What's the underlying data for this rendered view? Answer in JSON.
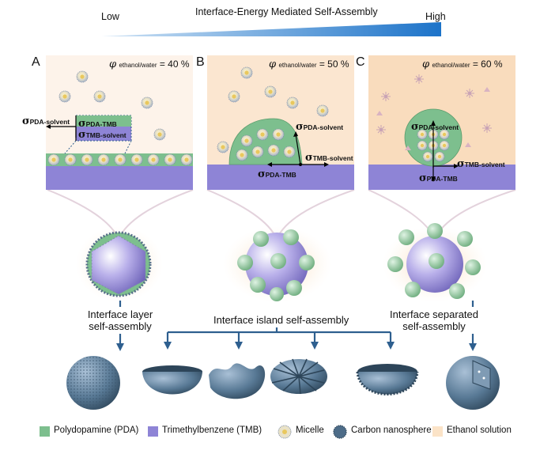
{
  "header": {
    "title": "Interface-Energy Mediated Self-Assembly",
    "low": "Low",
    "high": "High"
  },
  "panels": [
    {
      "letter": "A",
      "phi_symbol": "φ",
      "phi_sub": "ethanol/water",
      "phi_value": "= 40 %",
      "sigmas": [
        {
          "symbol": "σ",
          "sub": "PDA-solvent"
        },
        {
          "symbol": "σ",
          "sub": "PDA-TMB"
        },
        {
          "symbol": "σ",
          "sub": "TMB-solvent"
        }
      ],
      "caption": [
        "Interface layer",
        "self-assembly"
      ]
    },
    {
      "letter": "B",
      "phi_symbol": "φ",
      "phi_sub": "ethanol/water",
      "phi_value": "= 50 %",
      "sigmas": [
        {
          "symbol": "σ",
          "sub": "PDA-solvent"
        },
        {
          "symbol": "σ",
          "sub": "TMB-solvent"
        },
        {
          "symbol": "σ",
          "sub": "PDA-TMB"
        }
      ],
      "caption": [
        "Interface island self-assembly"
      ]
    },
    {
      "letter": "C",
      "phi_symbol": "φ",
      "phi_sub": "ethanol/water",
      "phi_value": "= 60 %",
      "sigmas": [
        {
          "symbol": "σ",
          "sub": "PDA-solvent"
        },
        {
          "symbol": "σ",
          "sub": "TMB-solvent"
        },
        {
          "symbol": "σ",
          "sub": "PDA-TMB"
        }
      ],
      "caption": [
        "Interface separated",
        "self-assembly"
      ]
    }
  ],
  "legend": [
    {
      "label": "Polydopamine (PDA)",
      "color": "#7dbf8e",
      "icon": "pda-swatch"
    },
    {
      "label": "Trimethylbenzene (TMB)",
      "color": "#8e84d6",
      "icon": "tmb-swatch"
    },
    {
      "label": "Micelle",
      "color": "#e3dcc8",
      "icon": "micelle-icon"
    },
    {
      "label": "Carbon nanosphere",
      "color": "#4d6c88",
      "icon": "carbon-nanosphere-icon"
    },
    {
      "label": "Ethanol solution",
      "color": "#fbe3c7",
      "icon": "ethanol-swatch"
    }
  ],
  "colors": {
    "pda": "#7dbf8e",
    "tmb": "#8e84d6",
    "ethanol_a": "#fdf3ea",
    "ethanol_b": "#fbe6d0",
    "ethanol_c": "#f9dcbd",
    "arrow": "#2e5f8f",
    "carbon": "#4d6c88"
  }
}
